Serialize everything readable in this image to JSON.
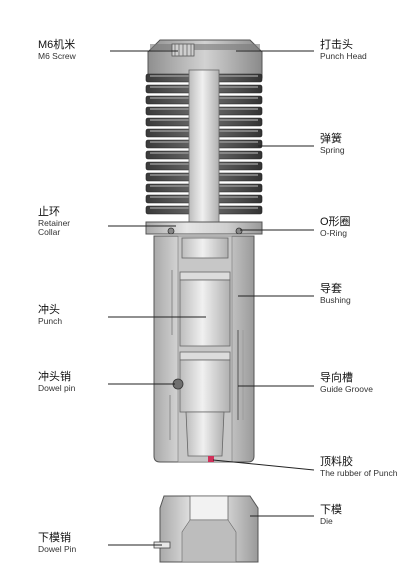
{
  "labels_left": [
    {
      "id": "m6-screw",
      "zh": "M6机米",
      "en": "M6 Screw"
    },
    {
      "id": "retainer-collar",
      "zh": "止环",
      "en": "Retainer Collar"
    },
    {
      "id": "punch",
      "zh": "冲头",
      "en": "Punch"
    },
    {
      "id": "dowel-pin",
      "zh": "冲头销",
      "en": "Dowel pin"
    },
    {
      "id": "die-dowel-pin",
      "zh": "下模销",
      "en": "Dowel Pin"
    }
  ],
  "labels_right": [
    {
      "id": "punch-head",
      "zh": "打击头",
      "en": "Punch Head"
    },
    {
      "id": "spring",
      "zh": "弹簧",
      "en": "Spring"
    },
    {
      "id": "o-ring",
      "zh": "O形圈",
      "en": "O-Ring"
    },
    {
      "id": "bushing",
      "zh": "导套",
      "en": "Bushing"
    },
    {
      "id": "guide-groove",
      "zh": "导向槽",
      "en": "Guide Groove"
    },
    {
      "id": "rubber-of-punch",
      "zh": "顶料胶",
      "en": "The rubber of Punch"
    },
    {
      "id": "die",
      "zh": "下模",
      "en": "Die"
    }
  ],
  "colors": {
    "metal_light": "#d9d9d9",
    "metal_mid": "#b8b8b8",
    "metal_dark": "#8c8c8c",
    "spring": "#4a4a4a",
    "rubber": "#d0305a",
    "leader": "#222222"
  }
}
